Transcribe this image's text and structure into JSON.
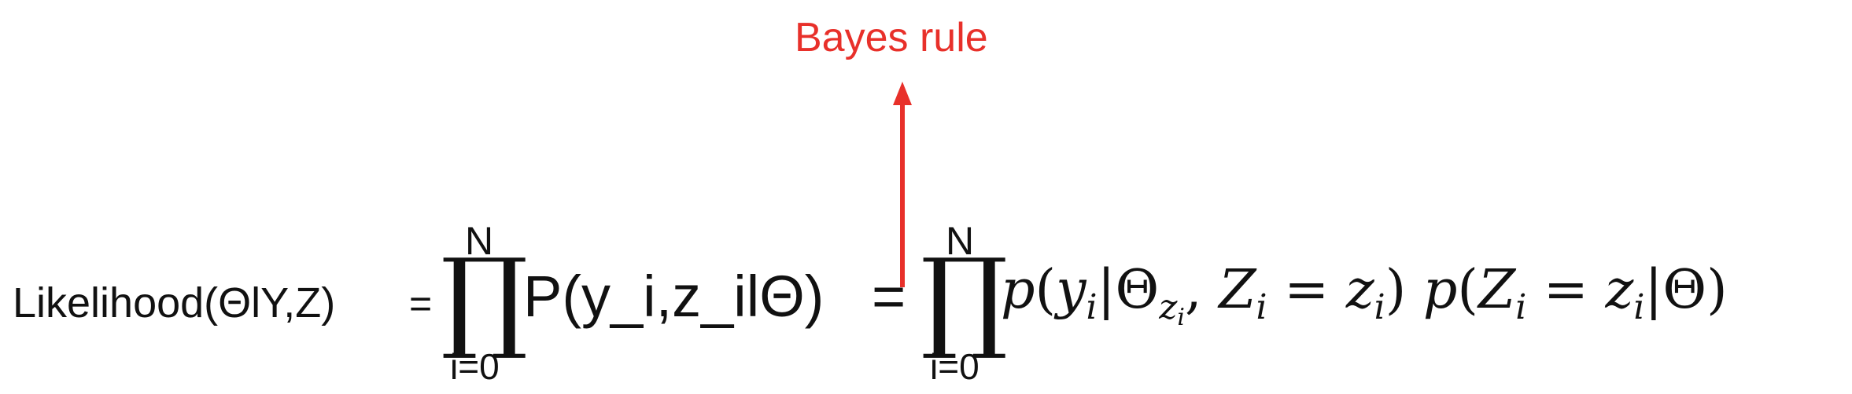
{
  "annotation": {
    "label": "Bayes rule",
    "color": "#e8302a"
  },
  "equation": {
    "lhs": "Likelihood(ΘlY,Z)",
    "eq1": "=",
    "product1": {
      "symbol": "∏",
      "upper": "N",
      "lower": "i=0"
    },
    "term1": "P(y_i,z_ilΘ)",
    "eq2": "=",
    "product2": {
      "symbol": "∏",
      "upper": "N",
      "lower": "i=0"
    },
    "term2": {
      "p1": "p",
      "open1": "(",
      "y": "y",
      "y_sub": "i",
      "bar1": "|",
      "theta": "Θ",
      "theta_sub": "z",
      "theta_sub_sub": "i",
      "comma": ", ",
      "Z1": "Z",
      "Z1_sub": "i",
      "equals1": " = ",
      "z1": "z",
      "z1_sub": "i",
      "close1": ")",
      "p2": "p",
      "open2": "(",
      "Z2": "Z",
      "Z2_sub": "i",
      "equals2": " = ",
      "z2": "z",
      "z2_sub": "i",
      "bar2": "|",
      "theta2": "Θ",
      "close2": ")"
    }
  }
}
